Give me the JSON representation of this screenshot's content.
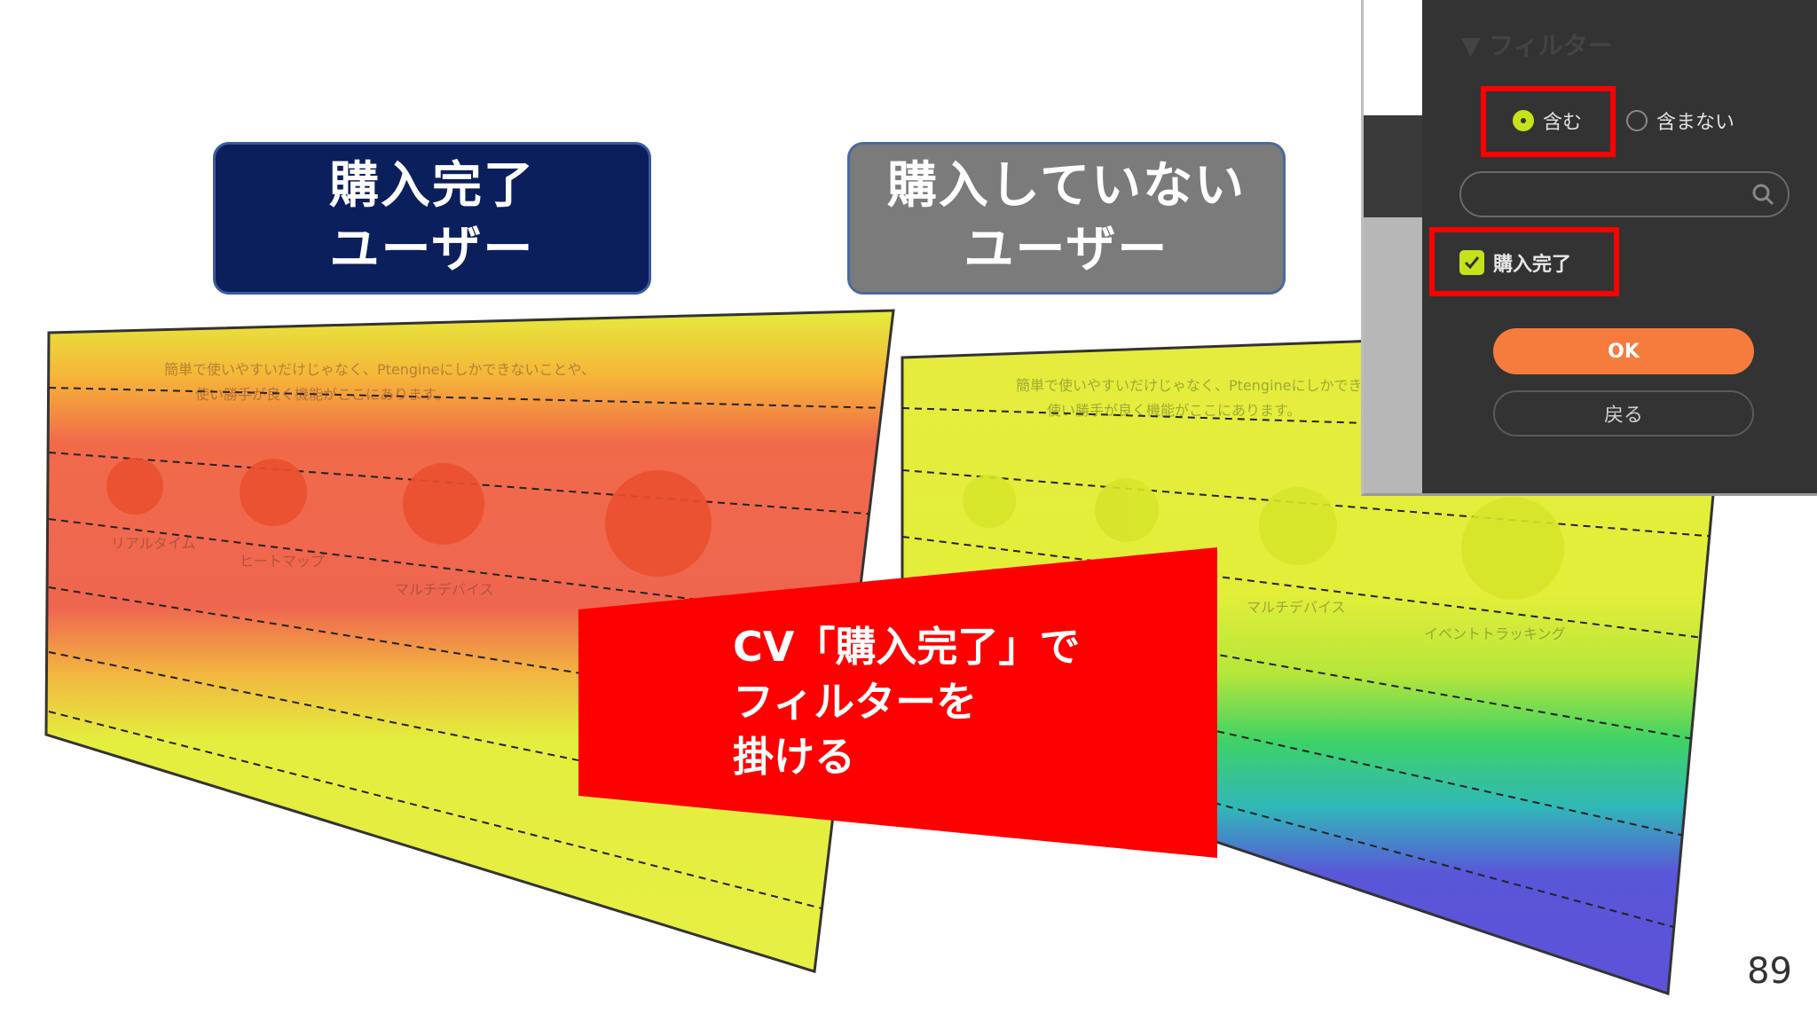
{
  "labels": {
    "buy_line1": "購入完了",
    "buy_line2": "ユーザー",
    "notbuy_line1": "購入していない",
    "notbuy_line2": "ユーザー"
  },
  "callout": {
    "line1": "CV「購入完了」で",
    "line2": "フィルターを",
    "line3": "掛ける"
  },
  "dialog": {
    "title": "フィルター",
    "radio_include": "含む",
    "radio_exclude": "含まない",
    "search_placeholder": "",
    "checkbox_label": "購入完了",
    "ok_label": "OK",
    "back_label": "戻る"
  },
  "heatmap_text": {
    "intro_1": "簡単で使いやすいだけじゃなく、Ptengineにしかできないことや、",
    "intro_2": "使い勝手が良く機能がここにあります。",
    "feature_1": "リアルタイム",
    "feature_2": "ヒートマップ",
    "feature_3": "マルチデバイス",
    "feature_4": "イベントトラッキング"
  },
  "colors": {
    "buy_label": "#0b1f5c",
    "notbuy_label": "#7b7b7b",
    "callout": "#ff0000",
    "dialog_bg": "#333333",
    "accent": "#c6e21a",
    "ok_button": "#f57c3c"
  },
  "page_number": "89"
}
